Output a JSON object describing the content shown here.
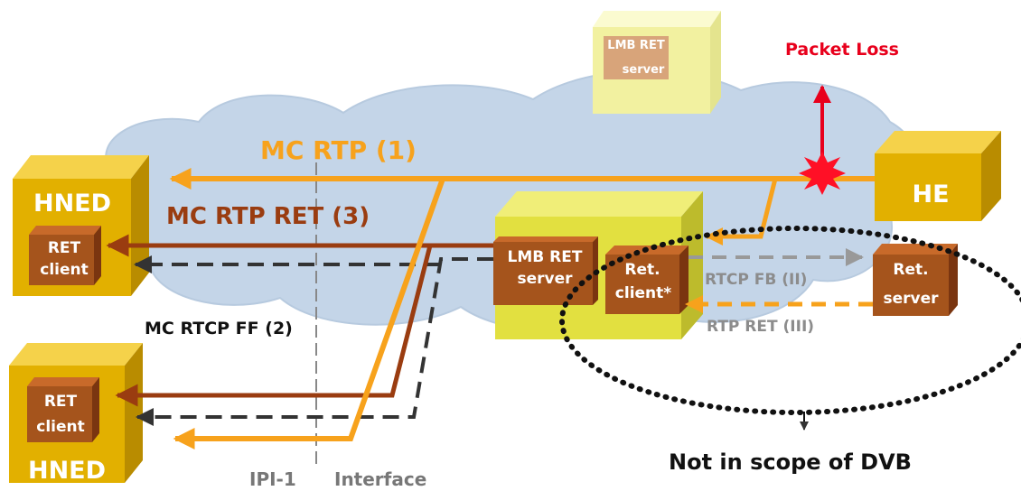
{
  "labels": {
    "mc_rtp": "MC RTP  (1)",
    "mc_rtp_ret": "MC RTP RET (3)",
    "mc_rtcp_ff": "MC RTCP  FF (2)",
    "rtcp_fb": "RTCP FB (II)",
    "rtp_ret": "RTP RET (III)",
    "packet_loss": "Packet Loss",
    "ipi_1": "IPI-1",
    "interface": "Interface",
    "not_in_scope": "Not in scope of DVB"
  },
  "nodes": {
    "hned_top": "HNED",
    "hned_bottom": "HNED",
    "he": "HE",
    "ret_client_line1": "RET",
    "ret_client_line2": "client",
    "lmb_server_line1": "LMB RET",
    "lmb_server_line2": "server",
    "lmb_top_line1": "LMB RET",
    "lmb_top_line2": "server",
    "retc_line1": "Ret.",
    "retc_line2": "client*",
    "rets_line1": "Ret.",
    "rets_line2": "server"
  },
  "colors": {
    "orange": "#f7a21c",
    "brown": "#9a3c10",
    "cloud": "#c4d5e8",
    "gold": "#e2b000",
    "box_brown": "#a5541c",
    "red": "#e8001c",
    "dash_dark": "#333333",
    "dash_gray": "#999999",
    "dash_orange": "#f7a21c",
    "pale_yellow": "#f2f1a0"
  }
}
